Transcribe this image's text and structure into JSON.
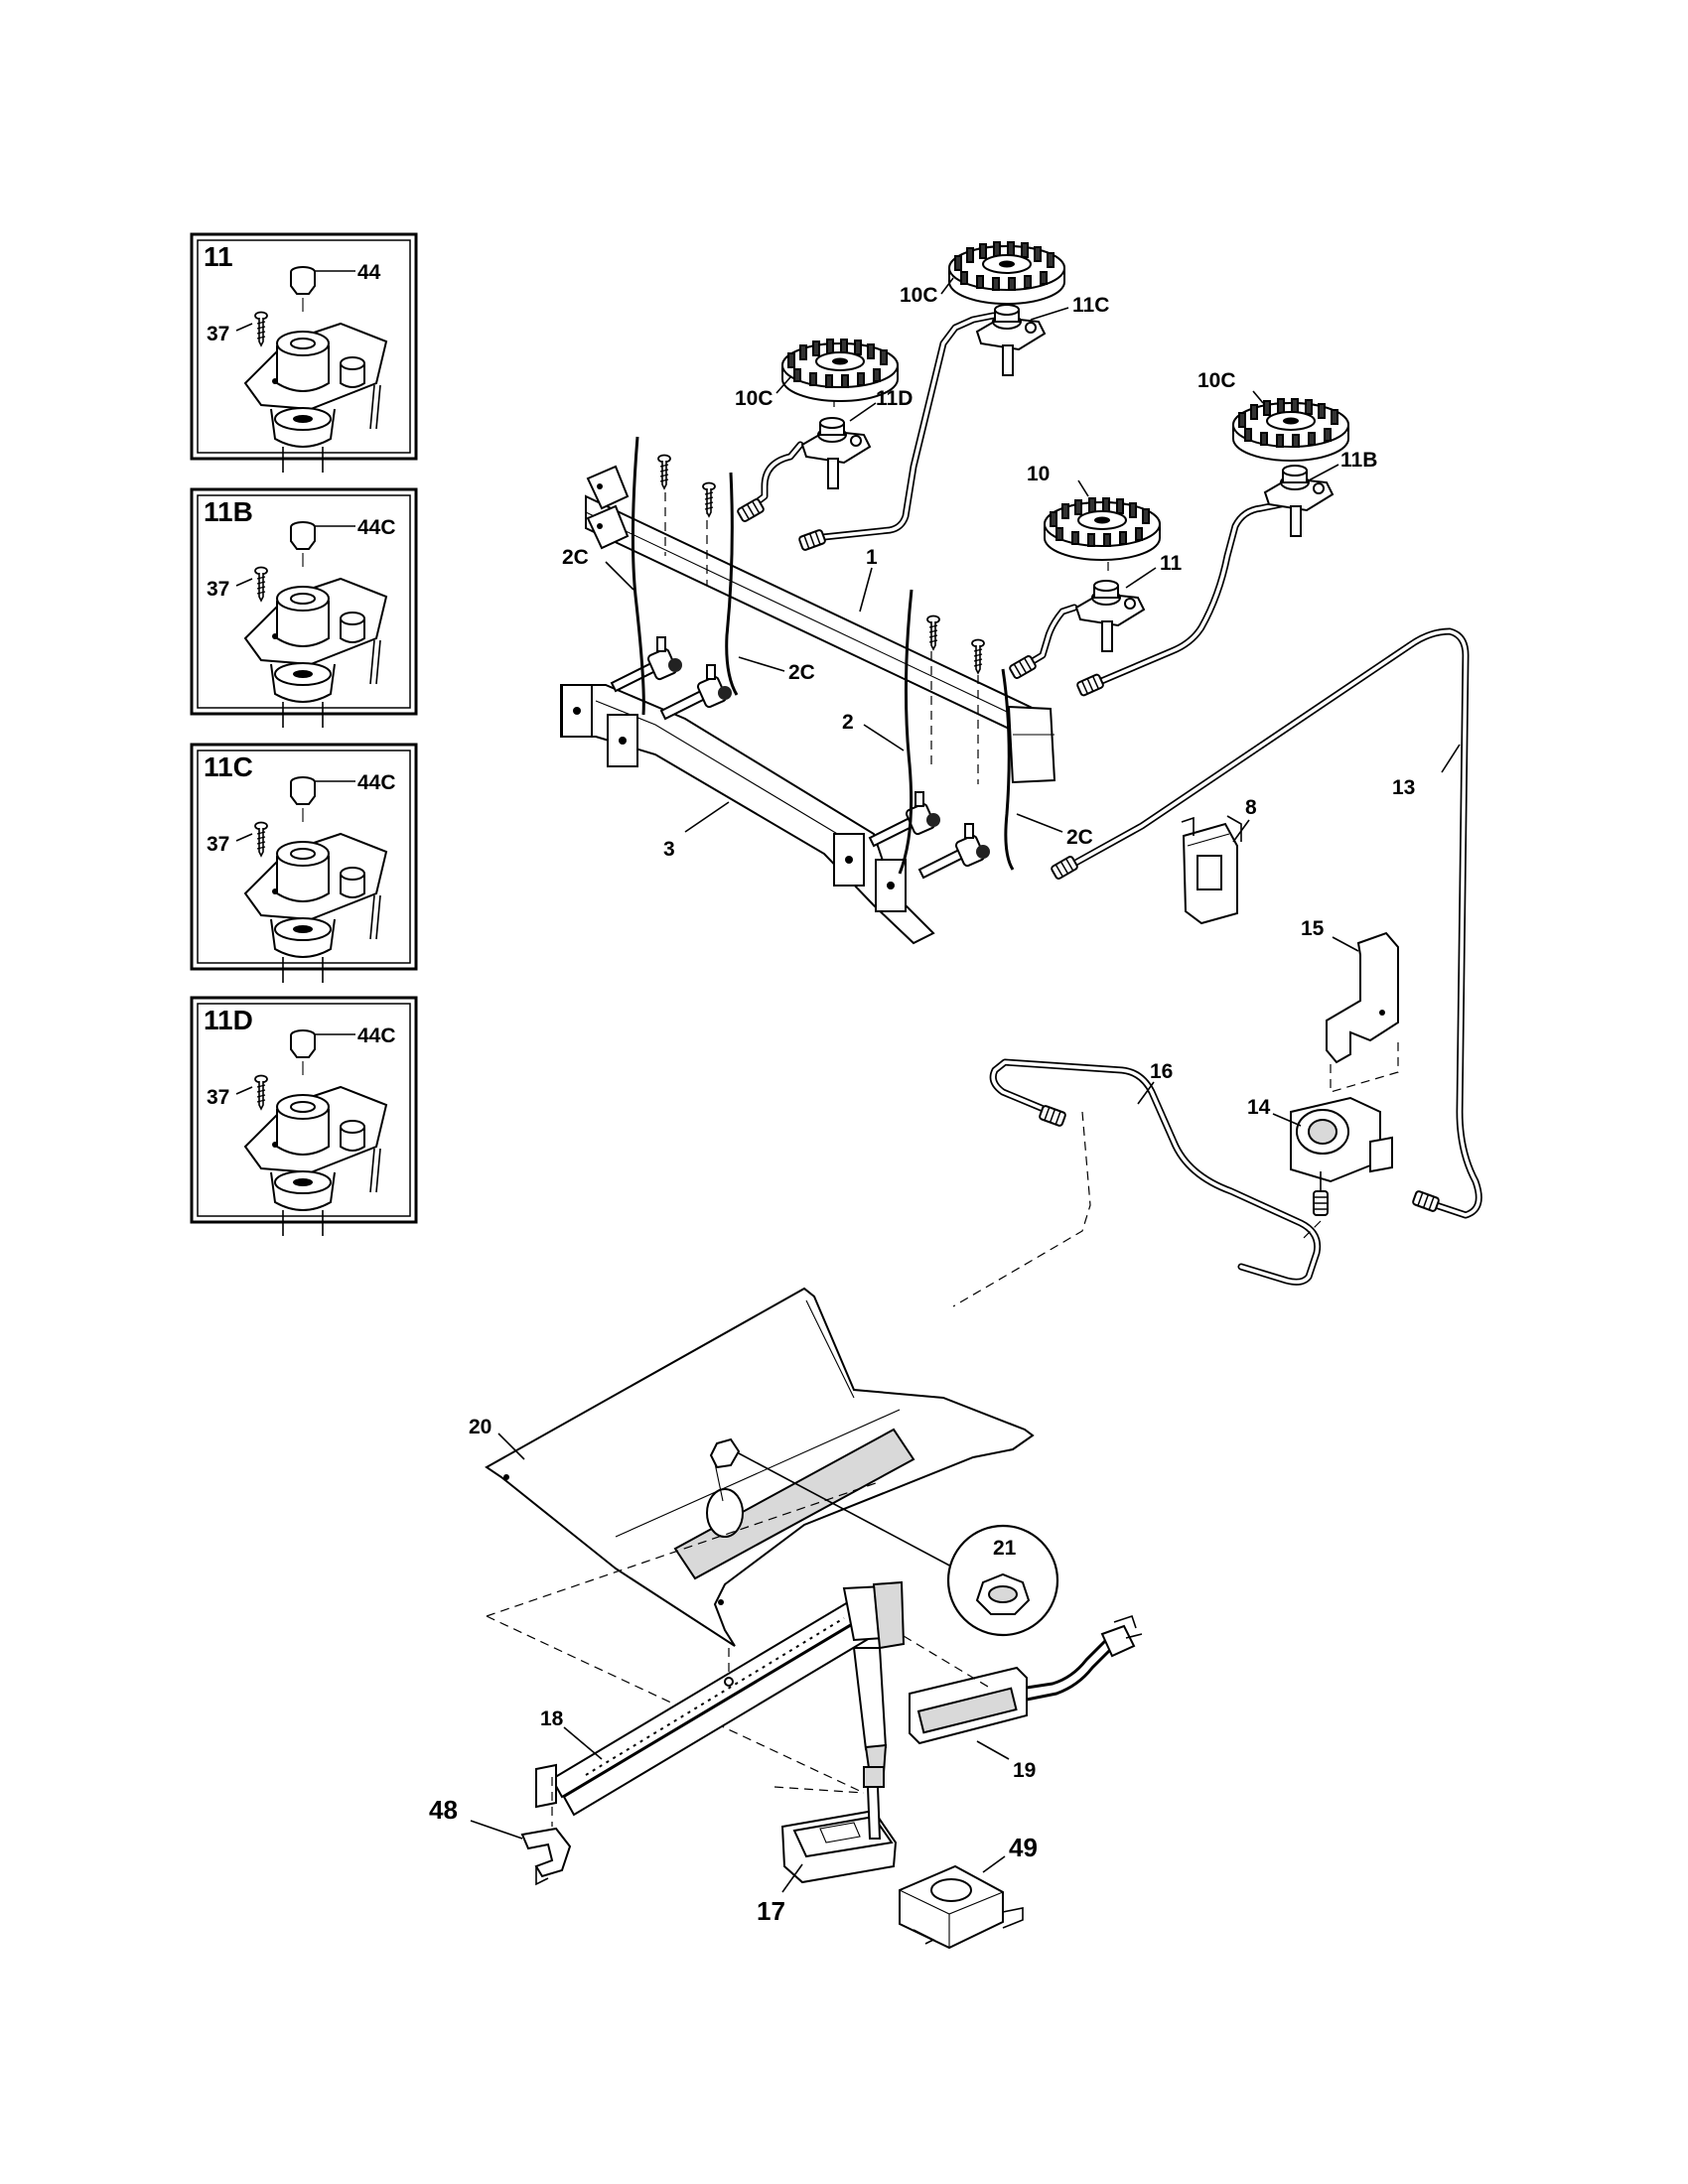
{
  "insets": [
    {
      "title": "11",
      "labels": {
        "top": "44",
        "side": "37"
      }
    },
    {
      "title": "11B",
      "labels": {
        "top": "44C",
        "side": "37"
      }
    },
    {
      "title": "11C",
      "labels": {
        "top": "44C",
        "side": "37"
      }
    },
    {
      "title": "11D",
      "labels": {
        "top": "44C",
        "side": "37"
      }
    }
  ],
  "callouts": {
    "c1": "1",
    "c2": "2",
    "c2c_a": "2C",
    "c2c_b": "2C",
    "c2c_c": "2C",
    "c3": "3",
    "c8": "8",
    "c10": "10",
    "c10c_a": "10C",
    "c10c_b": "10C",
    "c10c_c": "10C",
    "c11": "11",
    "c11b": "11B",
    "c11c": "11C",
    "c11d": "11D",
    "c13": "13",
    "c14": "14",
    "c15": "15",
    "c16": "16",
    "c17": "17",
    "c18": "18",
    "c19": "19",
    "c20": "20",
    "c21": "21",
    "c48": "48",
    "c49": "49"
  }
}
